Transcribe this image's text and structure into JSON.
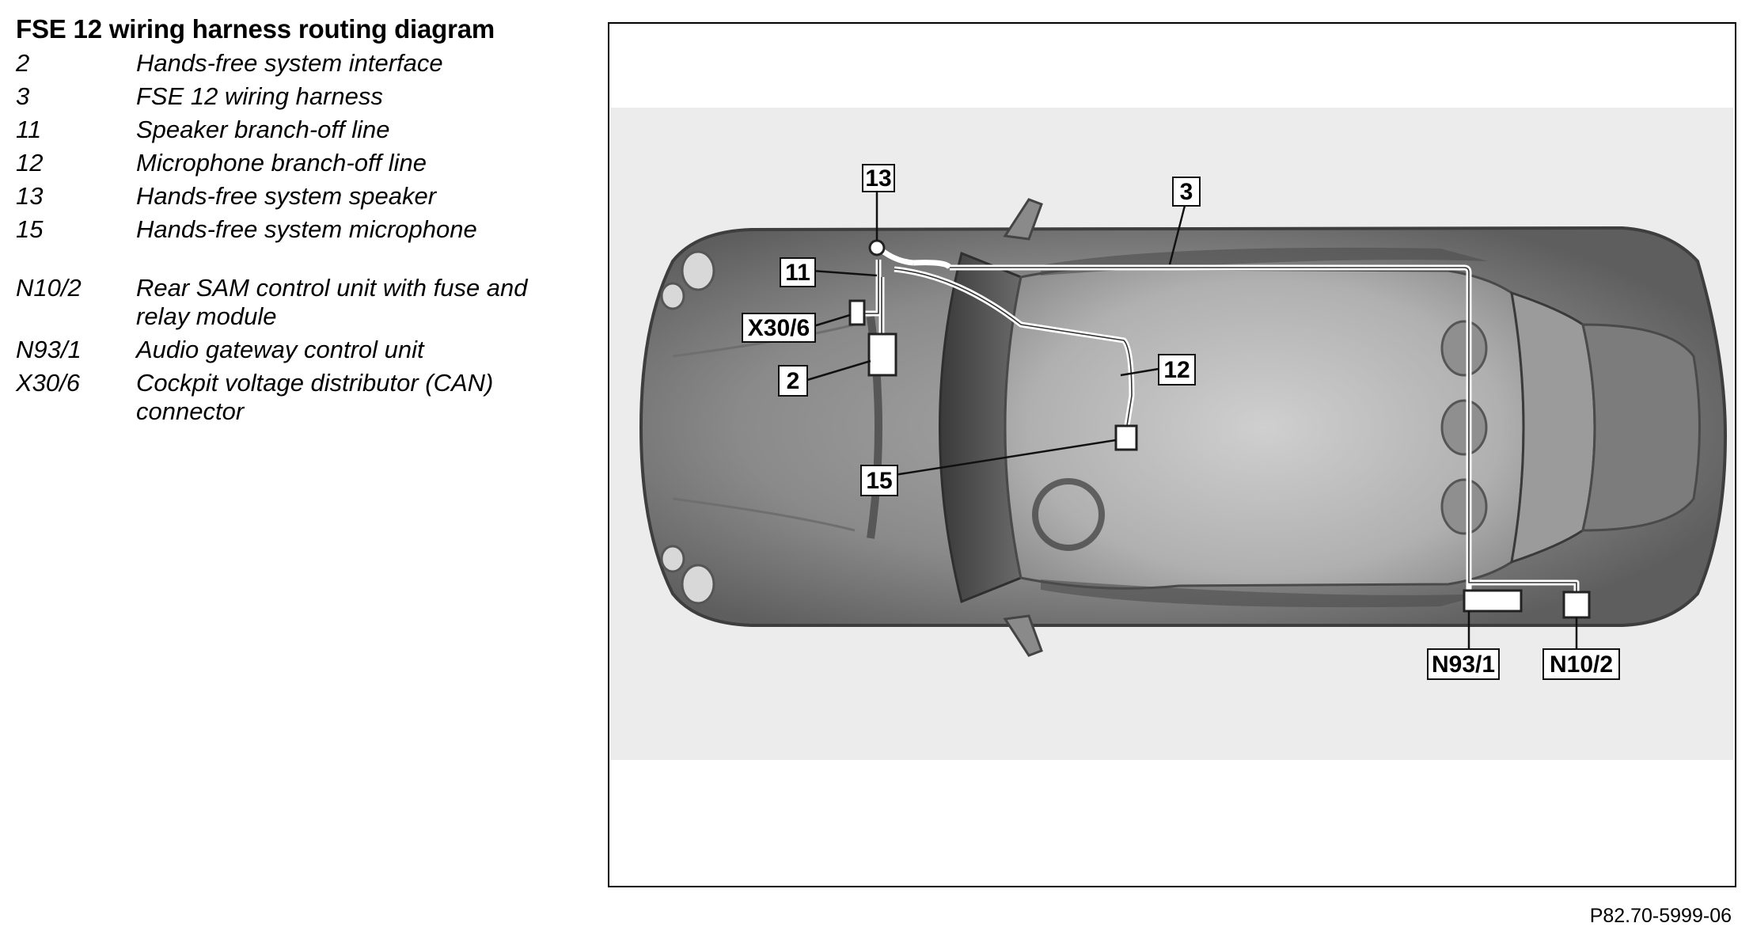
{
  "title": "FSE 12 wiring harness routing diagram",
  "legend": [
    {
      "key": "2",
      "desc": "Hands-free system interface"
    },
    {
      "key": "3",
      "desc": "FSE 12 wiring harness"
    },
    {
      "key": "11",
      "desc": "Speaker branch-off line"
    },
    {
      "key": "12",
      "desc": "Microphone branch-off line"
    },
    {
      "key": "13",
      "desc": "Hands-free system speaker"
    },
    {
      "key": "15",
      "desc": "Hands-free system microphone"
    },
    {
      "key": "N10/2",
      "desc": "Rear SAM control unit with fuse and relay module"
    },
    {
      "key": "N93/1",
      "desc": "Audio gateway control unit"
    },
    {
      "key": "X30/6",
      "desc": "Cockpit voltage distributor (CAN) connector"
    }
  ],
  "callouts": {
    "c13": "13",
    "c3": "3",
    "c11": "11",
    "cx306": "X30/6",
    "c2": "2",
    "c12": "12",
    "c15": "15",
    "cn931": "N93/1",
    "cn102": "N10/2"
  },
  "reference": "P82.70-5999-06"
}
